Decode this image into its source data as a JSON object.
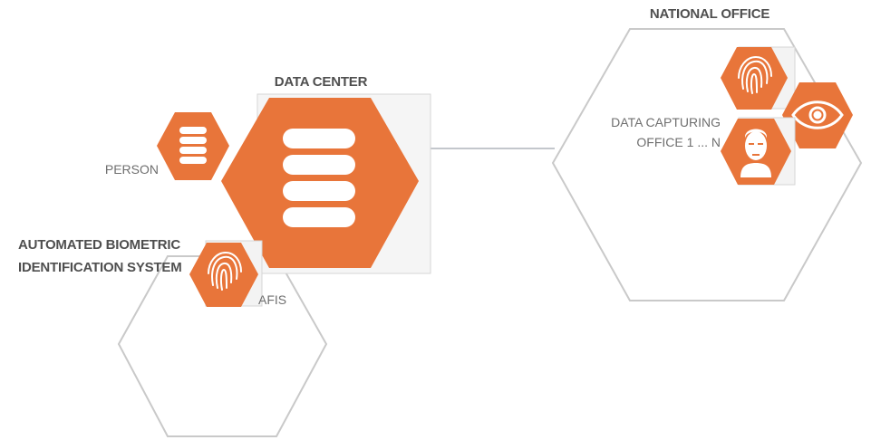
{
  "colors": {
    "accent": "#e8753a",
    "outline": "#c9c9c9",
    "arrow": "#c3c7cc",
    "icon": "#ffffff"
  },
  "national_office": {
    "title": "NATIONAL OFFICE",
    "office_label_line1": "DATA CAPTURING",
    "office_label_line2": "OFFICE 1 ... N",
    "icons": [
      "fingerprint-icon",
      "eye-icon",
      "face-icon"
    ]
  },
  "data_center": {
    "title": "DATA CENTER",
    "icon": "database-icon"
  },
  "person": {
    "label": "PERSON",
    "icon": "database-icon"
  },
  "afis": {
    "title_line1": "AUTOMATED BIOMETRIC",
    "title_line2": "IDENTIFICATION SYSTEM",
    "label": "AFIS",
    "icon": "fingerprint-icon"
  }
}
